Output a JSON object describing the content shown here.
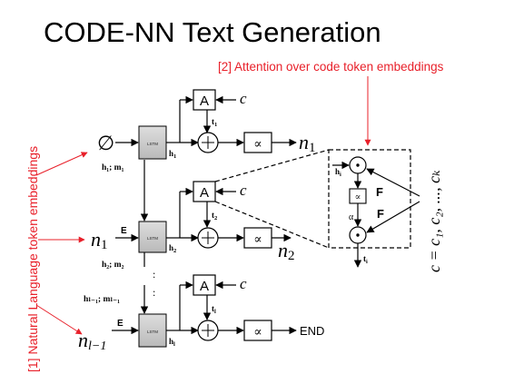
{
  "title": "CODE-NN Text Generation",
  "annotations": {
    "attention": "[2] Attention over code token embeddings",
    "nl_embeddings": "[1] Natural Language token embeddings"
  },
  "colors": {
    "annotation": "#e8202a",
    "lstm_fill": "#c9c9c9",
    "ink": "#000000"
  },
  "rows": [
    {
      "input_symbol": "∅",
      "input_sub": "",
      "embed_label": "",
      "lstm_label": "LSTM",
      "state_out": "h",
      "state_out_sub": "1",
      "state_down": "h₁; m₁",
      "attn_label": "A",
      "attn_in": "c",
      "t_label": "t",
      "t_sub": "1",
      "mult_label": "∝",
      "output": "n",
      "output_sub": "1"
    },
    {
      "input_symbol": "n",
      "input_sub": "1",
      "embed_label": "E",
      "lstm_label": "LSTM",
      "state_out": "h",
      "state_out_sub": "2",
      "state_down": "h₂; m₂",
      "attn_label": "A",
      "attn_in": "c",
      "t_label": "t",
      "t_sub": "2",
      "mult_label": "∝",
      "output": "n",
      "output_sub": "2"
    },
    {
      "input_symbol": "n",
      "input_sub": "l−1",
      "embed_label": "E",
      "lstm_label": "LSTM",
      "state_out": "h",
      "state_out_sub": "l",
      "state_down": "hₗ₋₁; mₗ₋₁",
      "attn_label": "A",
      "attn_in": "c",
      "t_label": "t",
      "t_sub": "l",
      "mult_label": "∝",
      "output": "END",
      "output_sub": ""
    }
  ],
  "zoom": {
    "h_label": "h",
    "h_sub": "i",
    "mult_label": "∝",
    "alpha_label": "α",
    "f_label": "F",
    "t_label": "t",
    "t_sub": "i"
  },
  "code_tokens": "c = c₁, c₂, ..., cₖ",
  "ellipsis": ":"
}
